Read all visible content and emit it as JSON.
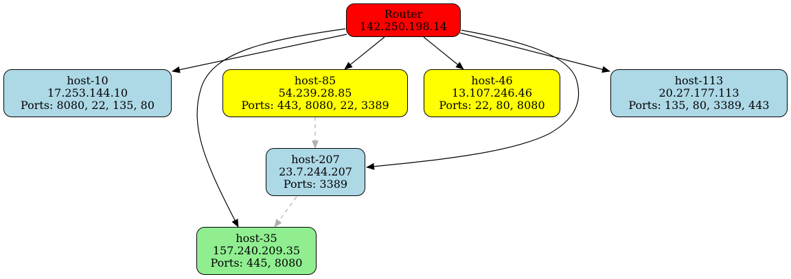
{
  "colors": {
    "router": "#ff0000",
    "host_default": "#add8e6",
    "host_warning": "#ffff00",
    "host_target": "#90ee90",
    "edge": "#000000",
    "edge_dashed": "#b0b0b0"
  },
  "router": {
    "label": "Router",
    "ip": "142.250.198.14"
  },
  "hosts": [
    {
      "id": "host10",
      "name": "host-10",
      "ip": "17.253.144.10",
      "ports": "Ports: 8080, 22, 135, 80"
    },
    {
      "id": "host85",
      "name": "host-85",
      "ip": "54.239.28.85",
      "ports": "Ports: 443, 8080, 22, 3389"
    },
    {
      "id": "host46",
      "name": "host-46",
      "ip": "13.107.246.46",
      "ports": "Ports: 22, 80, 8080"
    },
    {
      "id": "host113",
      "name": "host-113",
      "ip": "20.27.177.113",
      "ports": "Ports: 135, 80, 3389, 443"
    },
    {
      "id": "host207",
      "name": "host-207",
      "ip": "23.7.244.207",
      "ports": "Ports: 3389"
    },
    {
      "id": "host35",
      "name": "host-35",
      "ip": "157.240.209.35",
      "ports": "Ports: 445, 8080"
    }
  ],
  "edges": [
    {
      "from": "router",
      "to": "host10",
      "style": "solid"
    },
    {
      "from": "router",
      "to": "host85",
      "style": "solid"
    },
    {
      "from": "router",
      "to": "host46",
      "style": "solid"
    },
    {
      "from": "router",
      "to": "host113",
      "style": "solid"
    },
    {
      "from": "router",
      "to": "host207",
      "style": "solid"
    },
    {
      "from": "router",
      "to": "host35",
      "style": "solid"
    },
    {
      "from": "host85",
      "to": "host207",
      "style": "dashed"
    },
    {
      "from": "host207",
      "to": "host35",
      "style": "dashed"
    }
  ]
}
